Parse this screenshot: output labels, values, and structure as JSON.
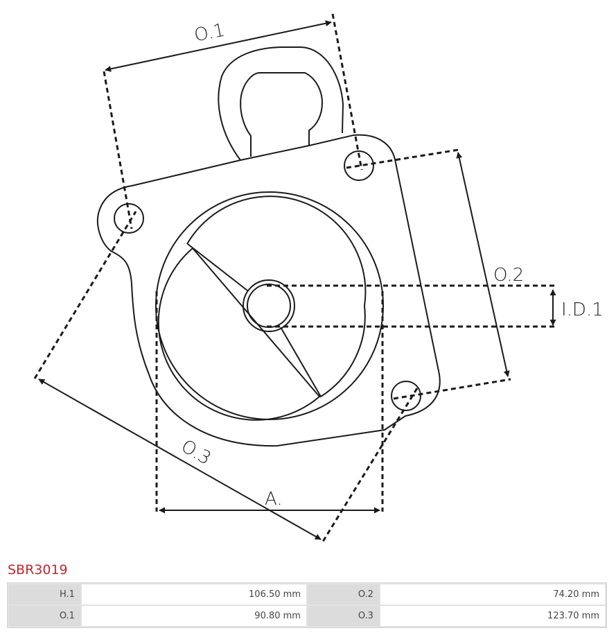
{
  "drawing": {
    "labels": {
      "o1": "O.1",
      "o2": "O.2",
      "o3": "O.3",
      "id1": "I.D.1",
      "a": "A."
    },
    "line_color": "#1a1a1a"
  },
  "part": {
    "number": "SBR3019",
    "title_color": "#c0272d"
  },
  "specs": {
    "rows": [
      {
        "k1": "H.1",
        "v1": "106.50 mm",
        "k2": "O.2",
        "v2": "74.20 mm"
      },
      {
        "k1": "O.1",
        "v1": "90.80 mm",
        "k2": "O.3",
        "v2": "123.70 mm"
      }
    ]
  }
}
